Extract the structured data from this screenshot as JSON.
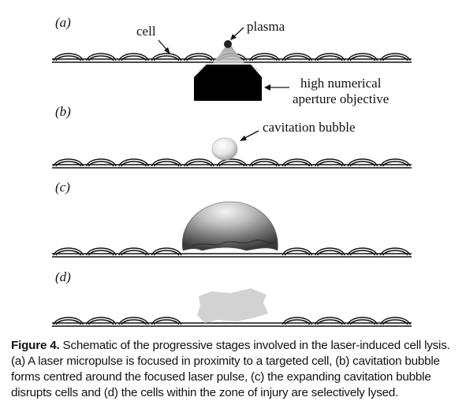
{
  "figure": {
    "panels": [
      {
        "label": "(a)"
      },
      {
        "label": "(b)"
      },
      {
        "label": "(c)"
      },
      {
        "label": "(d)"
      }
    ],
    "annotations": {
      "cell": "cell",
      "plasma": "plasma",
      "objective_line1": "high numerical",
      "objective_line2": "aperture objective",
      "bubble": "cavitation bubble"
    }
  },
  "caption": {
    "label": "Figure 4.",
    "text": "Schematic of the progressive stages involved in the laser-induced cell lysis. (a) A laser micropulse is focused in proximity to a targeted cell, (b) cavitation bubble forms centred around the focused laser pulse, (c) the expanding cavitation bubble disrupts cells and (d) the cells within the zone of injury are selectively lysed."
  }
}
